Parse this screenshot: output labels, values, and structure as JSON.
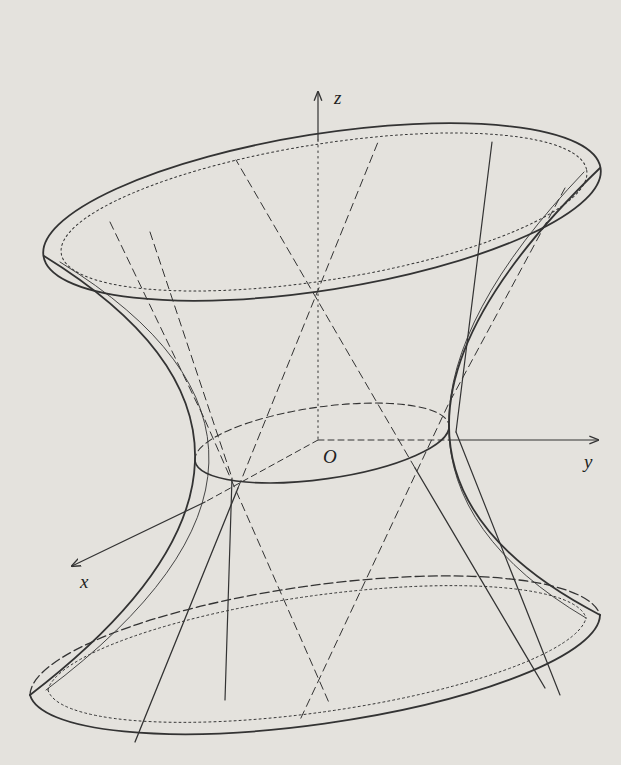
{
  "diagram": {
    "labels": [
      "z",
      "O",
      "y",
      "x"
    ]
  }
}
